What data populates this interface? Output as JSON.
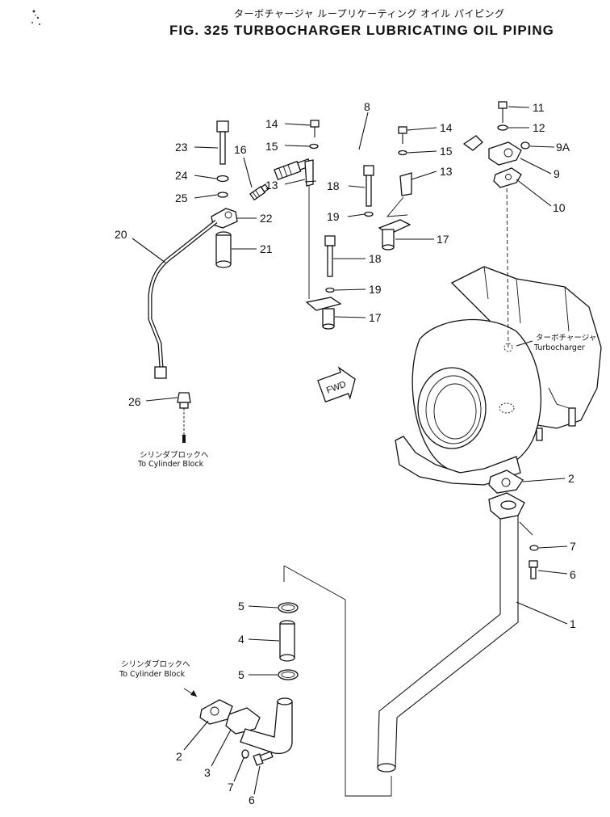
{
  "header": {
    "title_jp": "ターボチャージャ ループリケーティング オイル パイピング",
    "title_en": "FIG. 325  TURBOCHARGER LUBRICATING OIL PIPING"
  },
  "notes": {
    "turbo_jp": "ターボチャージャ",
    "turbo_en": "Turbocharger",
    "to_block_jp_1": "シリンダブロックへ",
    "to_block_en_1": "To Cylinder Block",
    "to_block_jp_2": "シリンダブロックへ",
    "to_block_en_2": "To Cylinder Block",
    "fwd": "FWD"
  },
  "callouts": {
    "c11": "11",
    "c12": "12",
    "c9a": "9A",
    "c9": "9",
    "c10": "10",
    "c8": "8",
    "c14a": "14",
    "c14b": "14",
    "c15a": "15",
    "c15b": "15",
    "c13a": "13",
    "c13b": "13",
    "c16": "16",
    "c23": "23",
    "c24": "24",
    "c25": "25",
    "c22": "22",
    "c21": "21",
    "c20": "20",
    "c18a": "18",
    "c18b": "18",
    "c19a": "19",
    "c19b": "19",
    "c17a": "17",
    "c17b": "17",
    "c26": "26",
    "c2a": "2",
    "c7a": "7",
    "c6a": "6",
    "c1": "1",
    "c5a": "5",
    "c4": "4",
    "c5b": "5",
    "c2b": "2",
    "c3": "3",
    "c7b": "7",
    "c6b": "6"
  }
}
